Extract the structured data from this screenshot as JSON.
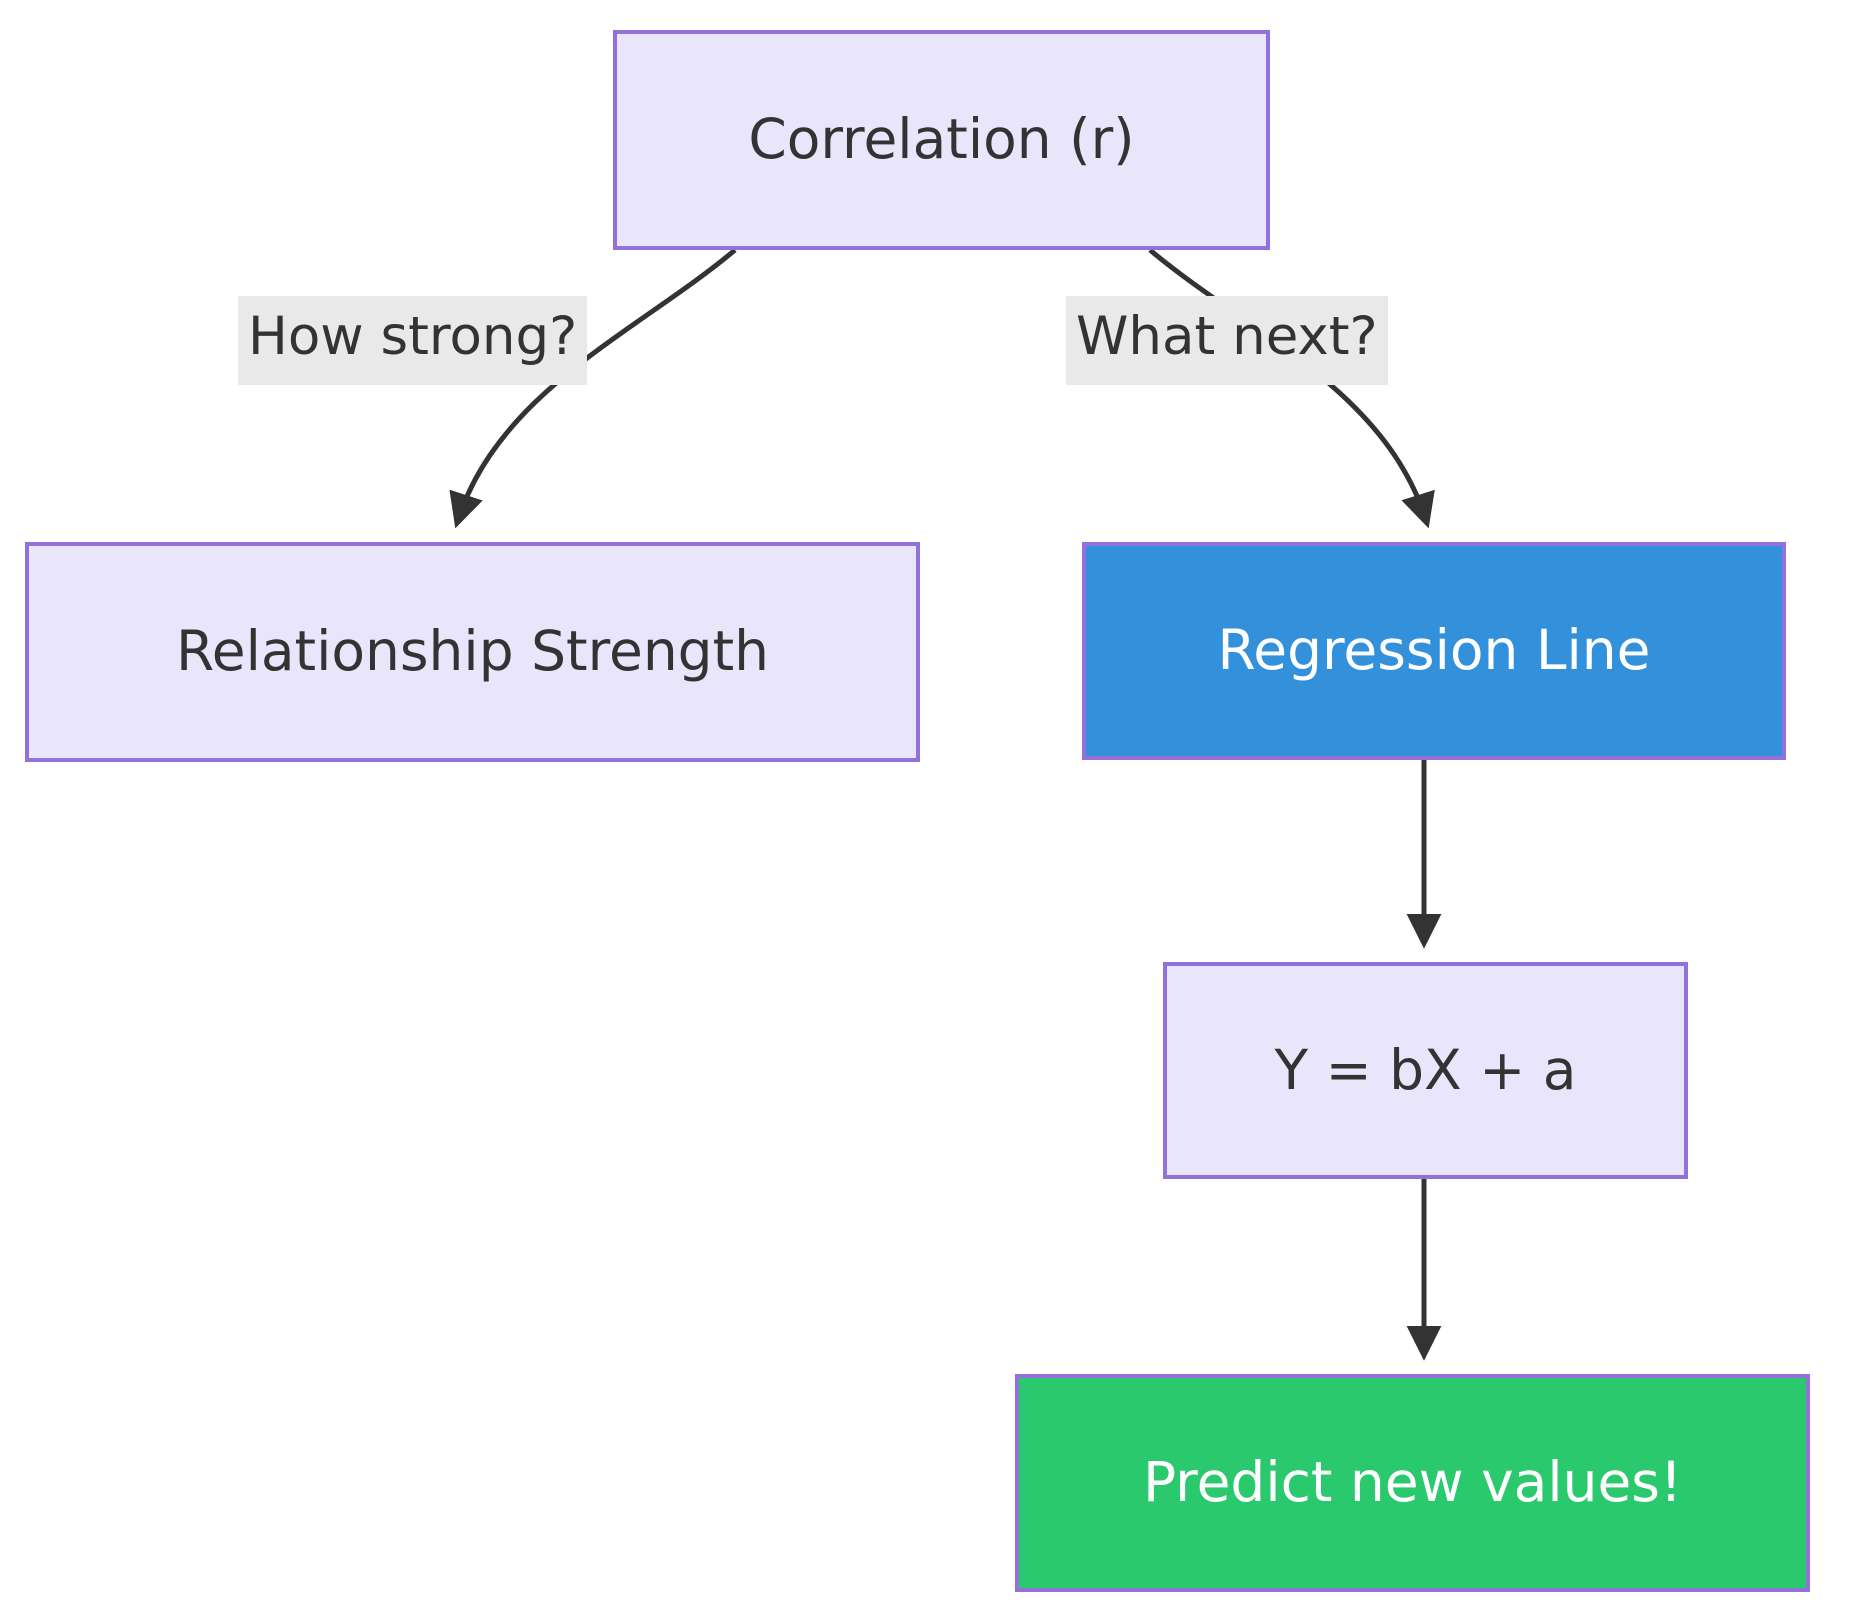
{
  "diagram": {
    "title": "Correlation to Regression flowchart",
    "background": "#ffffff",
    "colors": {
      "node_border": "#9370DB",
      "node_fill": "#E9E6FB",
      "accent_blue": "#3391DB",
      "accent_green": "#2BC96E",
      "edge_stroke": "#333333",
      "edge_label_bg": "#E9E9E9",
      "text_dark": "#333333",
      "text_light": "#ffffff"
    },
    "nodes": [
      {
        "id": "correlation",
        "label": "Correlation (r)",
        "style": "default"
      },
      {
        "id": "relationship-strength",
        "label": "Relationship Strength",
        "style": "default"
      },
      {
        "id": "regression-line",
        "label": "Regression Line",
        "style": "blue"
      },
      {
        "id": "equation",
        "label": "Y = bX + a",
        "style": "default"
      },
      {
        "id": "predict",
        "label": "Predict new values!",
        "style": "green"
      }
    ],
    "edges": [
      {
        "from": "correlation",
        "to": "relationship-strength",
        "label": "How strong?",
        "shape": "curve"
      },
      {
        "from": "correlation",
        "to": "regression-line",
        "label": "What next?",
        "shape": "curve"
      },
      {
        "from": "regression-line",
        "to": "equation",
        "label": "",
        "shape": "straight"
      },
      {
        "from": "equation",
        "to": "predict",
        "label": "",
        "shape": "straight"
      }
    ]
  }
}
